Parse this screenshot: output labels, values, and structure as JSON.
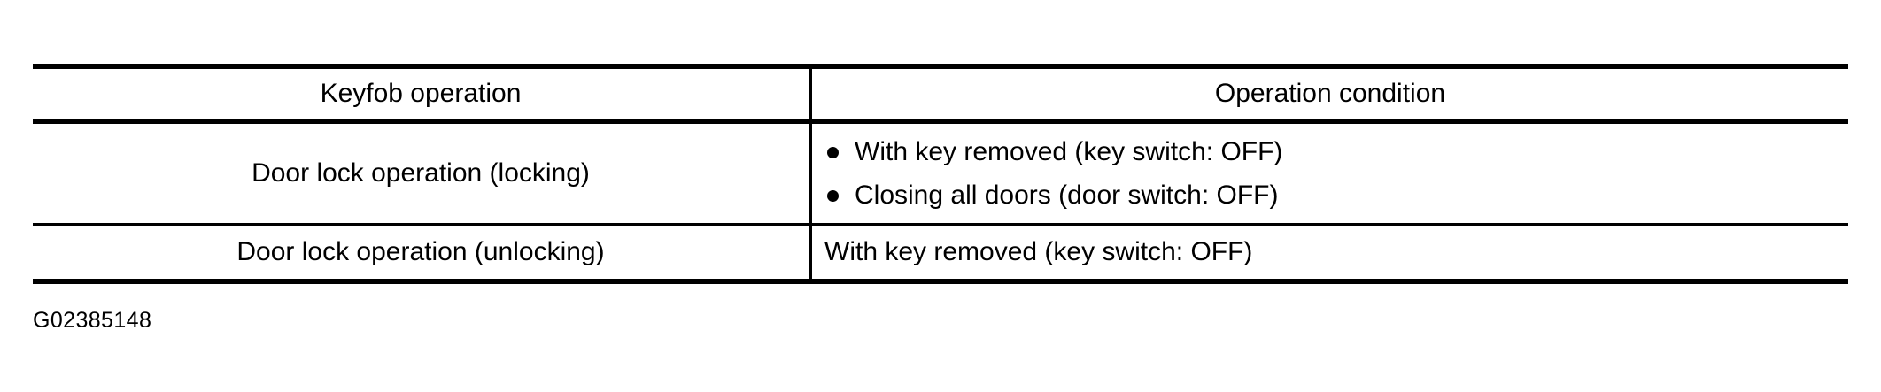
{
  "figure": {
    "id_label": "G02385148"
  },
  "table": {
    "columns": [
      {
        "header": "Keyfob operation",
        "align": "center"
      },
      {
        "header": "Operation condition",
        "align": "center"
      }
    ],
    "rows": [
      {
        "operation": "Door lock operation (locking)",
        "conditions_style": "bulleted",
        "conditions": [
          "With key removed (key switch: OFF)",
          "Closing all doors (door switch: OFF)"
        ]
      },
      {
        "operation": "Door lock operation (unlocking)",
        "conditions_style": "plain",
        "conditions": [
          "With key removed (key switch: OFF)"
        ]
      }
    ]
  },
  "style": {
    "text_color": "#000000",
    "rule_color": "#000000",
    "background": "#ffffff"
  }
}
